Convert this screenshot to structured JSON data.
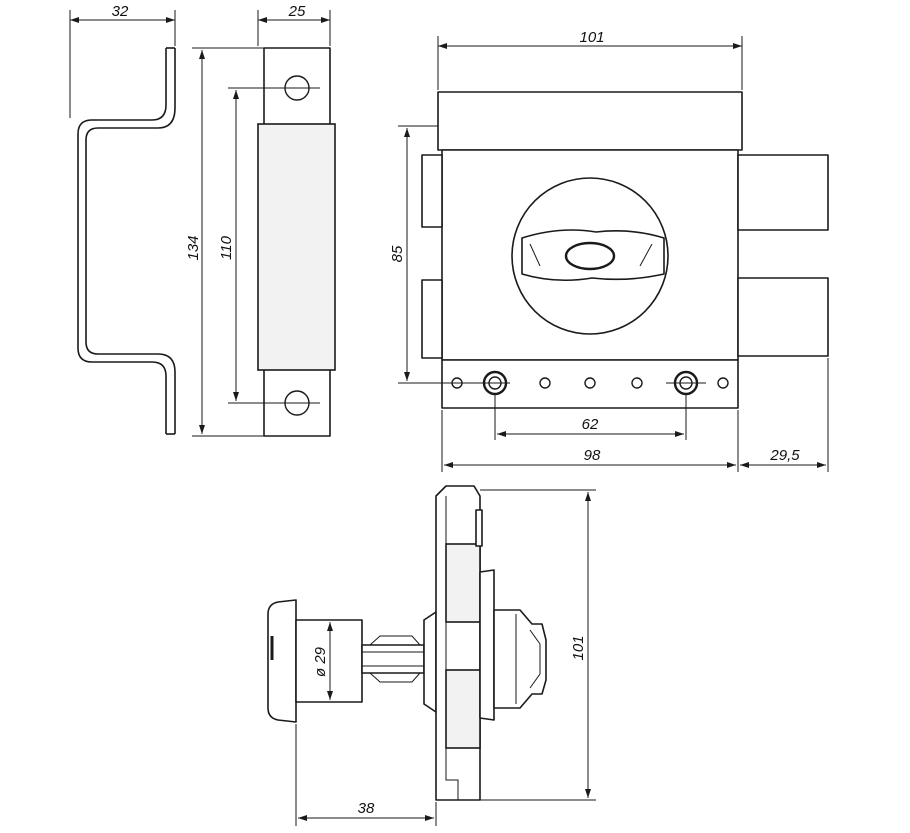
{
  "dimensions": {
    "strike_plate_depth": "32",
    "keeper_width": "25",
    "strike_plate_height": "134",
    "keeper_hole_spacing": "110",
    "lock_width_top": "101",
    "lock_height": "85",
    "mounting_hole_spacing": "62",
    "lock_base_width": "98",
    "bolt_projection": "29,5",
    "side_view_height": "101",
    "cylinder_diameter": "ø 29",
    "cylinder_depth": "38"
  }
}
